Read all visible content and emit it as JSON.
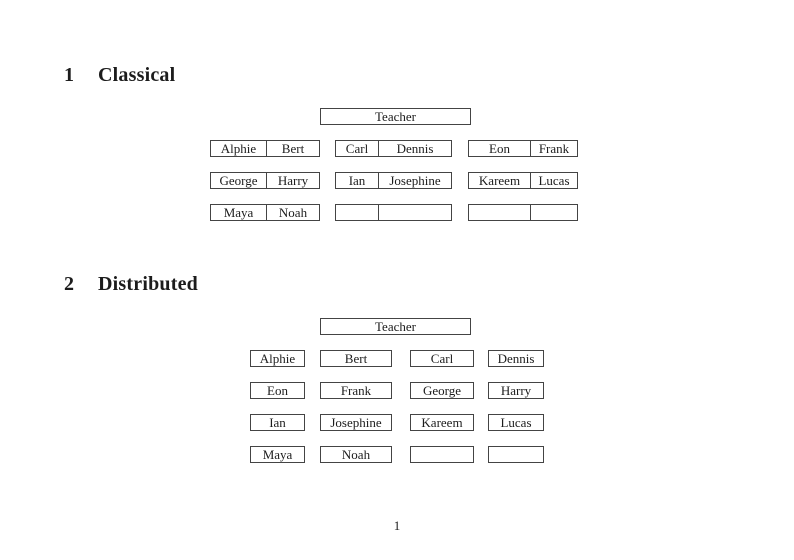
{
  "colors": {
    "border": "#444444",
    "text": "#1c1c1c",
    "background": "#ffffff"
  },
  "sections": {
    "classical": {
      "number": "1",
      "title": "Classical",
      "teacher_label": "Teacher",
      "desks": [
        {
          "left": "Alphie",
          "right": "Bert"
        },
        {
          "left": "Carl",
          "right": "Dennis"
        },
        {
          "left": "Eon",
          "right": "Frank"
        },
        {
          "left": "George",
          "right": "Harry"
        },
        {
          "left": "Ian",
          "right": "Josephine"
        },
        {
          "left": "Kareem",
          "right": "Lucas"
        },
        {
          "left": "Maya",
          "right": "Noah"
        },
        {
          "left": "",
          "right": ""
        },
        {
          "left": "",
          "right": ""
        }
      ]
    },
    "distributed": {
      "number": "2",
      "title": "Distributed",
      "teacher_label": "Teacher",
      "seats": [
        "Alphie",
        "Bert",
        "Carl",
        "Dennis",
        "Eon",
        "Frank",
        "George",
        "Harry",
        "Ian",
        "Josephine",
        "Kareem",
        "Lucas",
        "Maya",
        "Noah",
        "",
        ""
      ]
    }
  },
  "footer": {
    "page_number": "1"
  }
}
